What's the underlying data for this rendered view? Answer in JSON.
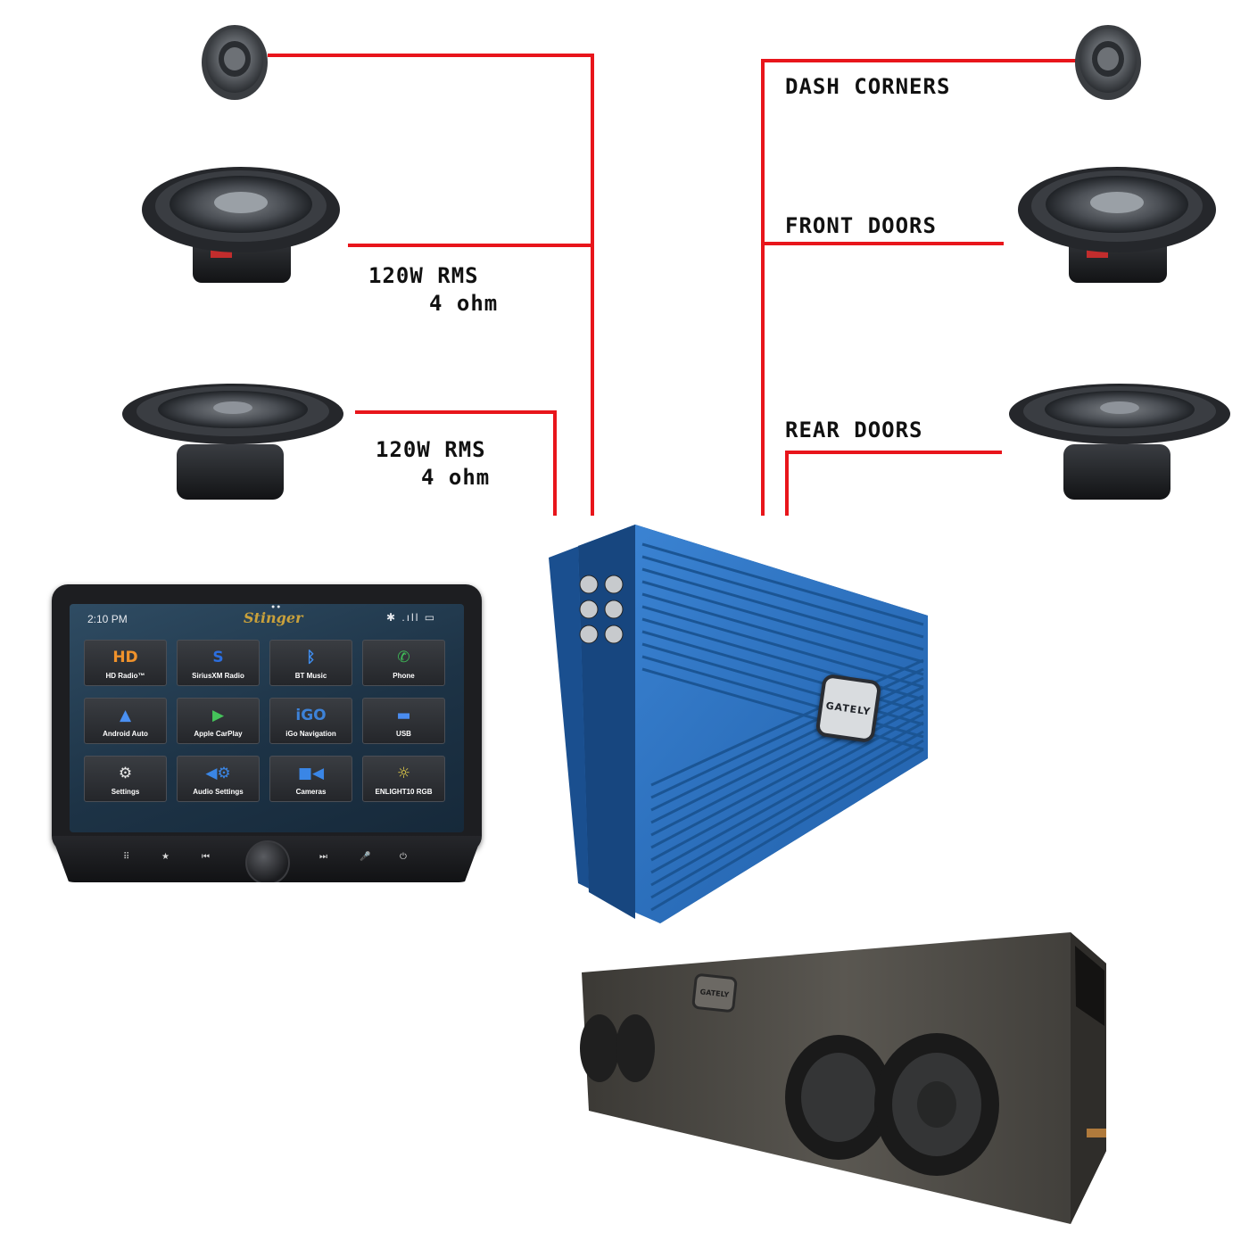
{
  "labels": {
    "left_power_1": "120W RMS",
    "left_ohm_1": "4 ohm",
    "left_power_2": "120W RMS",
    "left_ohm_2": "4 ohm",
    "dash_corners": "DASH CORNERS",
    "front_doors": "FRONT DOORS",
    "rear_doors": "REAR DOORS"
  },
  "head_unit": {
    "time": "2:10 PM",
    "brand": "Stinger",
    "status_icons": "✱ .ıll ▭",
    "tiles": [
      {
        "label": "HD Radio™",
        "icon": "HD",
        "color": "#f0922b"
      },
      {
        "label": "SiriusXM Radio",
        "icon": "S",
        "color": "#2c6fe0"
      },
      {
        "label": "BT Music",
        "icon": "ᛒ",
        "color": "#3f8ef0"
      },
      {
        "label": "Phone",
        "icon": "✆",
        "color": "#3fbf58"
      },
      {
        "label": "Android Auto",
        "icon": "▲",
        "color": "#4a90f2"
      },
      {
        "label": "Apple CarPlay",
        "icon": "▶",
        "color": "#45c45a"
      },
      {
        "label": "iGo Navigation",
        "icon": "iGO",
        "color": "#3d82d8"
      },
      {
        "label": "USB",
        "icon": "▬",
        "color": "#4a8cf0"
      },
      {
        "label": "Settings",
        "icon": "⚙",
        "color": "#e8e8e8"
      },
      {
        "label": "Audio Settings",
        "icon": "◀⚙",
        "color": "#3a86e6"
      },
      {
        "label": "Cameras",
        "icon": "■◀",
        "color": "#3a86e6"
      },
      {
        "label": "ENLIGHT10 RGB",
        "icon": "☼",
        "color": "#e8d24a"
      }
    ],
    "page_dots": "● ●",
    "controls": [
      "⠿",
      "★",
      "⏮",
      "⏭",
      "🎤",
      "⏻"
    ]
  },
  "amp": {
    "logo": "GATELY",
    "color": "#2f77c4"
  },
  "sub": {
    "logo": "GATELY"
  },
  "colors": {
    "wire": "#e8151b"
  }
}
